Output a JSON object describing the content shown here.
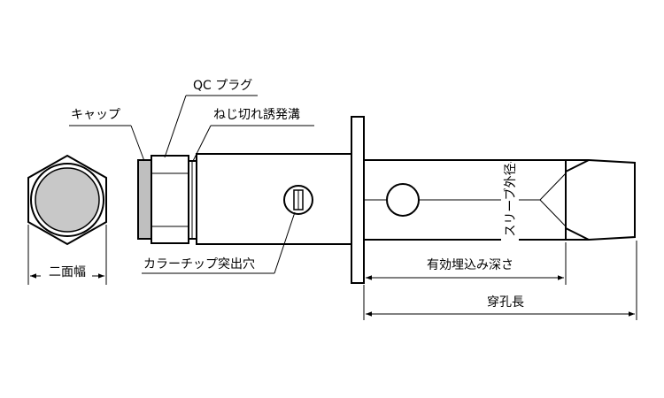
{
  "labels": {
    "cap": "キャップ",
    "qc_plug": "QC プラグ",
    "thread_groove": "ねじ切れ誘発溝",
    "color_chip_hole": "カラーチップ突出穴",
    "width_across_flats": "二面幅",
    "sleeve_outer_diameter": "スリーブ外径",
    "embedment_depth": "有効埋込み深さ",
    "drill_hole_length": "穿孔長"
  },
  "colors": {
    "outline": "#000000",
    "cap_fill": "#bfbfbf",
    "nut_face_fill": "#c8c8c8",
    "background": "#ffffff"
  }
}
